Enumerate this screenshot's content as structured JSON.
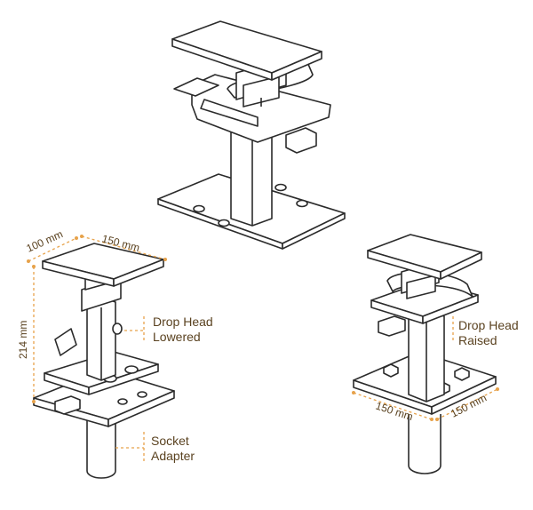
{
  "colors": {
    "line": "#2b2b2b",
    "fill": "#ffffff",
    "dimension": "#e7a24a",
    "text": "#5a4220"
  },
  "labels": {
    "drop_head_lowered": [
      "Drop Head",
      "Lowered"
    ],
    "drop_head_raised": [
      "Drop Head",
      "Raised"
    ],
    "socket_adapter": [
      "Socket",
      "Adapter"
    ]
  },
  "dimensions": {
    "left_depth": "100 mm",
    "left_width": "150 mm",
    "left_height": "214 mm",
    "right_width": "150 mm",
    "right_depth": "150 mm"
  }
}
